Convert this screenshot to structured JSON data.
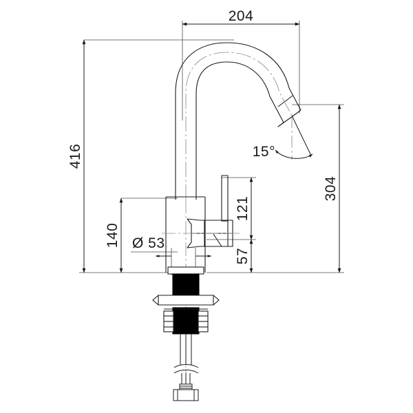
{
  "drawing": {
    "type": "technical-dimension-drawing",
    "subject": "kitchen-mixer-tap-gooseneck",
    "units": "mm",
    "background_color": "#ffffff",
    "line_color": "#1a1a1a",
    "fill_color": "#000000"
  },
  "dimensions": {
    "spout_reach": {
      "value": "204",
      "orientation": "horizontal",
      "position": "top"
    },
    "overall_height": {
      "value": "416",
      "orientation": "vertical",
      "position": "far-left"
    },
    "spout_base_height": {
      "value": "140",
      "orientation": "vertical",
      "position": "left-inner"
    },
    "body_diameter": {
      "value": "Ø 53",
      "symbol": "Ø",
      "number": "53",
      "orientation": "horizontal-leader",
      "position": "left-lower"
    },
    "handle_height": {
      "value": "121",
      "orientation": "vertical",
      "position": "right-inner"
    },
    "body_height": {
      "value": "57",
      "orientation": "vertical",
      "position": "right-inner-lower"
    },
    "spout_outlet_height": {
      "value": "304",
      "orientation": "vertical",
      "position": "far-right"
    },
    "outlet_angle": {
      "value": "15°",
      "number": "15",
      "symbol": "°",
      "orientation": "angular",
      "position": "right-spout-tip"
    }
  },
  "labels": [
    "204",
    "416",
    "140",
    "Ø 53",
    "121",
    "57",
    "304",
    "15°"
  ]
}
